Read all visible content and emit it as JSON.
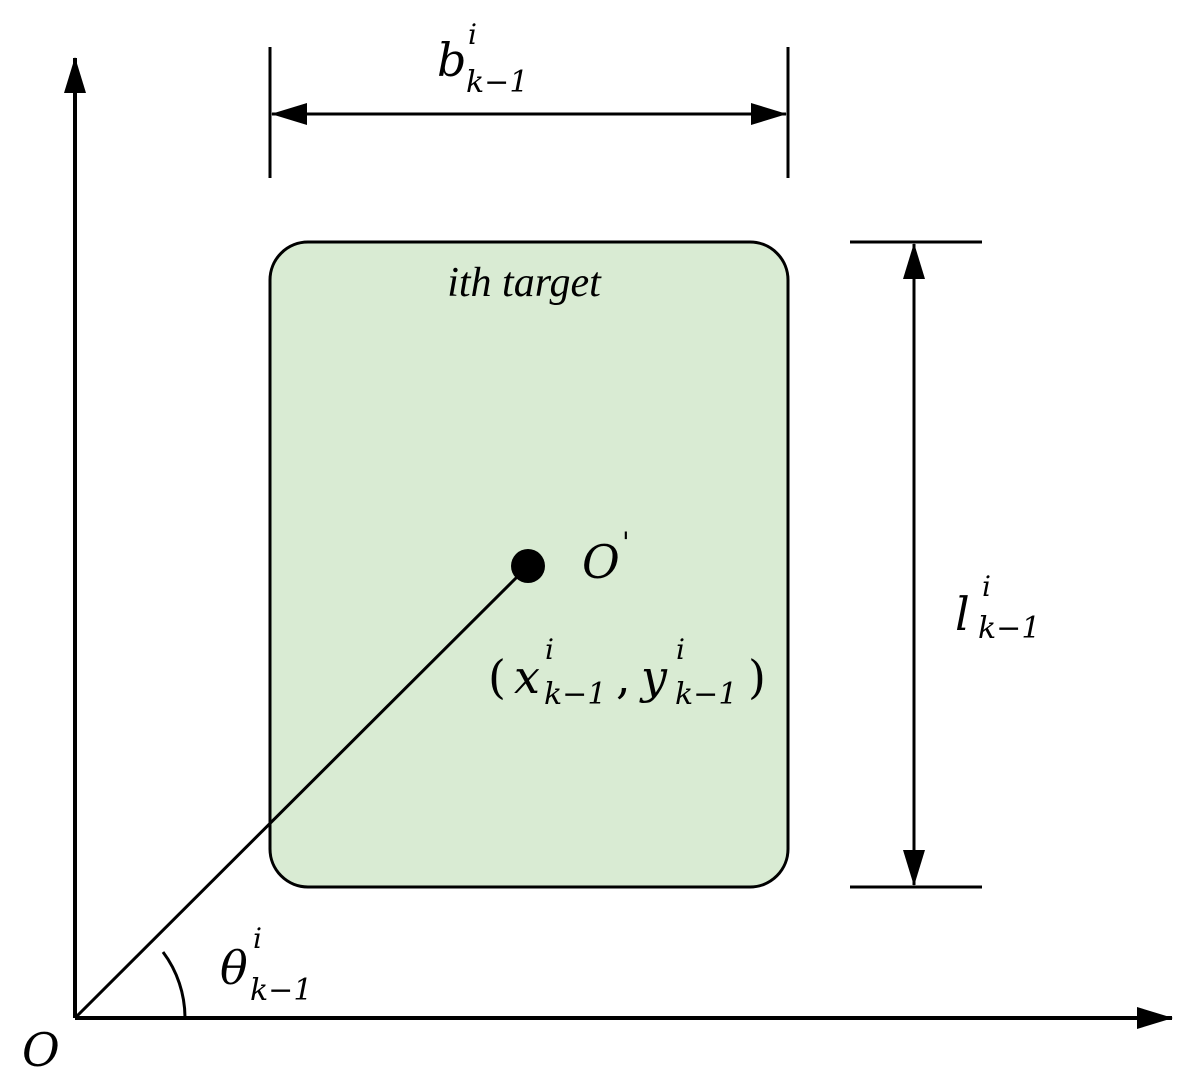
{
  "colors": {
    "box_fill": "#d9ebd3",
    "stroke": "#000000",
    "background": "#ffffff"
  },
  "labels": {
    "origin": "O",
    "center_point": "O",
    "center_prime": "'",
    "target_caption": "ith target",
    "width": {
      "base": "b",
      "sup": "i",
      "sub": "k−1"
    },
    "length": {
      "base": "l",
      "sup": "i",
      "sub": "k−1"
    },
    "angle": {
      "base": "θ",
      "sup": "i",
      "sub": "k−1"
    },
    "coordinates": {
      "open": "(",
      "x": "x",
      "x_sup": "i",
      "x_sub": "k−1",
      "sep": ",",
      "y": "y",
      "y_sup": "i",
      "y_sub": "k−1",
      "close": ")"
    }
  }
}
